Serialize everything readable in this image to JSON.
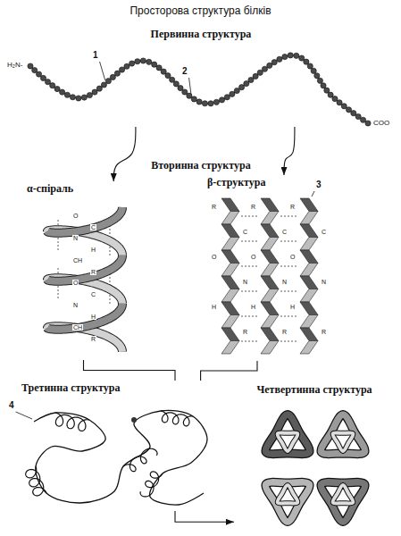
{
  "diagram": {
    "title": "Просторова структура білків",
    "nodes": [
      {
        "text": [
          "Первинна структура"
        ]
      },
      {
        "text": [
          "α-спіраль"
        ]
      },
      {
        "text": [
          "β-структура"
        ]
      },
      {
        "text": [
          "Третинна структура"
        ]
      },
      {
        "text": [
          "Четвертинна структура"
        ]
      }
    ],
    "edges": [
      {
        "from": 0,
        "to": 1,
        "arrow": "to"
      },
      {
        "from": 0,
        "to": 2,
        "arrow": "to"
      },
      {
        "from": 1,
        "to": 3,
        "arrow": "none"
      },
      {
        "from": 2,
        "to": 3,
        "arrow": "none"
      },
      {
        "from": 3,
        "to": 4,
        "arrow": "to"
      }
    ],
    "labels": [
      "Вторинна структура",
      "H₂N-",
      "COO",
      "1",
      "2",
      "3",
      "4",
      "O",
      "C",
      "N",
      "H",
      "CH",
      "R",
      "O",
      "C",
      "N",
      "H",
      "CH",
      "R",
      "R",
      "C",
      "O",
      "N",
      "H",
      "R",
      "R",
      "C",
      "O",
      "N",
      "H",
      "R",
      "R",
      "C",
      "O",
      "N",
      "H",
      "R"
    ]
  }
}
